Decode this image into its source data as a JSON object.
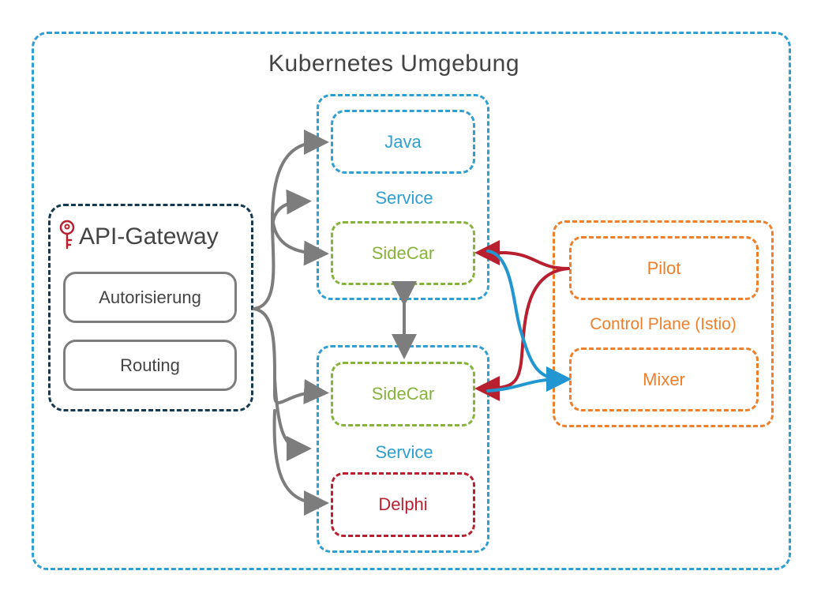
{
  "environment": {
    "title": "Kubernetes Umgebung"
  },
  "gateway": {
    "title": "API-Gateway",
    "items": [
      "Autorisierung",
      "Routing"
    ]
  },
  "service_top": {
    "app": "Java",
    "label": "Service",
    "sidecar": "SideCar"
  },
  "service_bottom": {
    "app": "Delphi",
    "label": "Service",
    "sidecar": "SideCar"
  },
  "control_plane": {
    "label": "Control Plane (Istio)",
    "pilot": "Pilot",
    "mixer": "Mixer"
  },
  "colors": {
    "blue": "#2e9fd0",
    "green": "#86b33b",
    "red": "#b8202f",
    "orange": "#ef7f2b",
    "navy": "#143952",
    "grey": "#7d7d7d",
    "text_dark": "#444444"
  },
  "icons": {
    "gateway_icon": "key-icon"
  }
}
